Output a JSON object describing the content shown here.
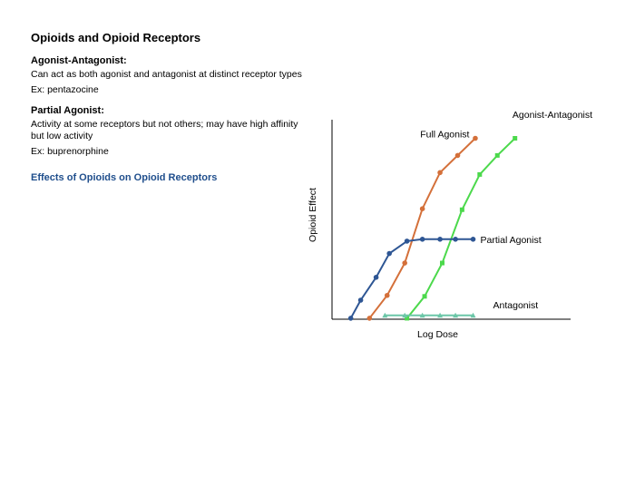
{
  "page": {
    "title": "Opioids and Opioid Receptors",
    "sections": [
      {
        "heading": "Agonist-Antagonist:",
        "body": "Can act as both agonist and antagonist at distinct receptor types",
        "example": "Ex: pentazocine"
      },
      {
        "heading": "Partial Agonist:",
        "body": "Activity at some receptors but not others; may have high affinity but low activity",
        "example": "Ex: buprenorphine"
      }
    ],
    "link_text": "Effects of Opioids on Opioid Receptors"
  },
  "chart_data": {
    "type": "line",
    "xlabel": "Log Dose",
    "ylabel": "Opioid Effect",
    "xlim": [
      0,
      10
    ],
    "ylim": [
      0,
      10
    ],
    "grid": false,
    "legend": "inline labels",
    "series": [
      {
        "name": "Full Agonist",
        "color": "#d4703a",
        "marker": "circle",
        "x": [
          1.7,
          2.5,
          3.3,
          4.1,
          4.9,
          5.7,
          6.5
        ],
        "y": [
          0.05,
          1.25,
          2.95,
          5.8,
          7.7,
          8.6,
          9.5
        ]
      },
      {
        "name": "Agonist-Antagonist",
        "color": "#4cd94c",
        "marker": "square",
        "x": [
          3.4,
          4.2,
          5.0,
          5.9,
          6.7,
          7.5,
          8.3
        ],
        "y": [
          0.05,
          1.2,
          2.95,
          5.75,
          7.6,
          8.6,
          9.5
        ]
      },
      {
        "name": "Partial Agonist",
        "color": "#2e5694",
        "marker": "circle",
        "x": [
          0.85,
          1.3,
          2.0,
          2.6,
          3.4,
          4.1,
          4.9,
          5.6,
          6.4
        ],
        "y": [
          0.05,
          1.0,
          2.2,
          3.45,
          4.1,
          4.2,
          4.2,
          4.2,
          4.2
        ]
      },
      {
        "name": "Antagonist",
        "color": "#6cc7a8",
        "marker": "triangle",
        "x": [
          2.4,
          3.3,
          4.1,
          4.9,
          5.6,
          6.4
        ],
        "y": [
          0.2,
          0.2,
          0.2,
          0.2,
          0.2,
          0.2
        ]
      }
    ]
  }
}
